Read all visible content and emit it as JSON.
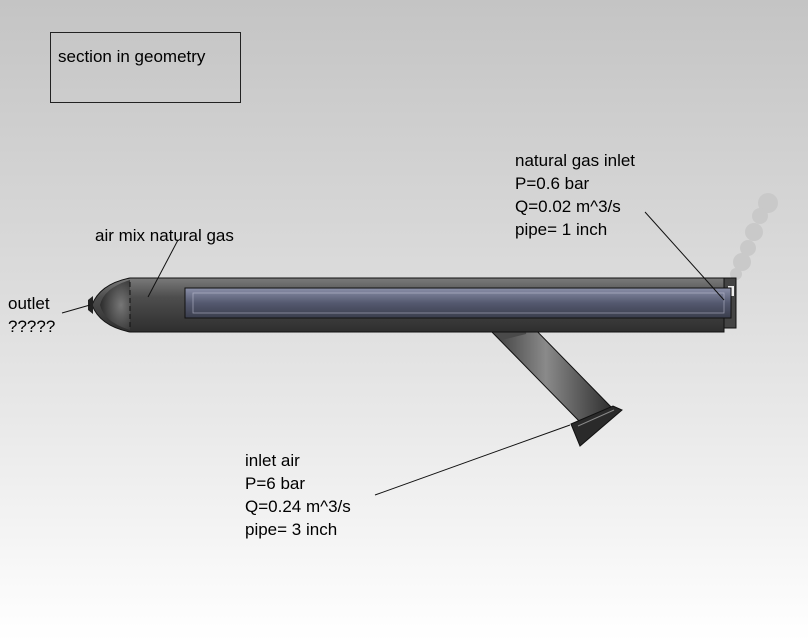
{
  "title": "section in geometry",
  "labels": {
    "mix": "air mix natural gas",
    "outlet": [
      "outlet",
      "?????"
    ],
    "gas_inlet": [
      "natural gas inlet",
      "P=0.6 bar",
      "Q=0.02 m^3/s",
      "pipe= 1 inch"
    ],
    "air_inlet": [
      "inlet air",
      "P=6 bar",
      "Q=0.24 m^3/s",
      "pipe= 3 inch"
    ]
  }
}
